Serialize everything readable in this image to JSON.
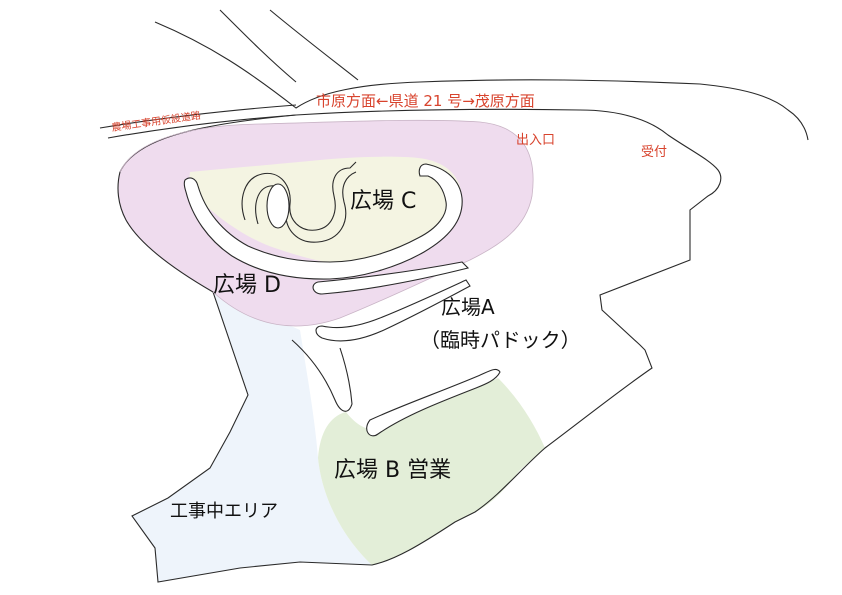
{
  "map": {
    "road_label": "市原方面←県道 21 号→茂原方面",
    "side_road_label": "農場工事用仮設道路",
    "entrance_label": "出入口",
    "reception_label": "受付",
    "areas": {
      "c": {
        "label": "広場 C",
        "color": "#f4f4e2"
      },
      "d": {
        "label": "広場 D",
        "color": "#efdcee"
      },
      "a": {
        "label": "広場A",
        "sublabel": "（臨時パドック）",
        "color": "#ffffff"
      },
      "b": {
        "label": "広場 B 営業",
        "color": "#e3eed8"
      },
      "construction": {
        "label": "工事中エリア",
        "color": "#eef4fb"
      }
    },
    "colors": {
      "outline": "#2a2a2a",
      "road_text": "#d8432d",
      "area_text": "#111111"
    }
  }
}
